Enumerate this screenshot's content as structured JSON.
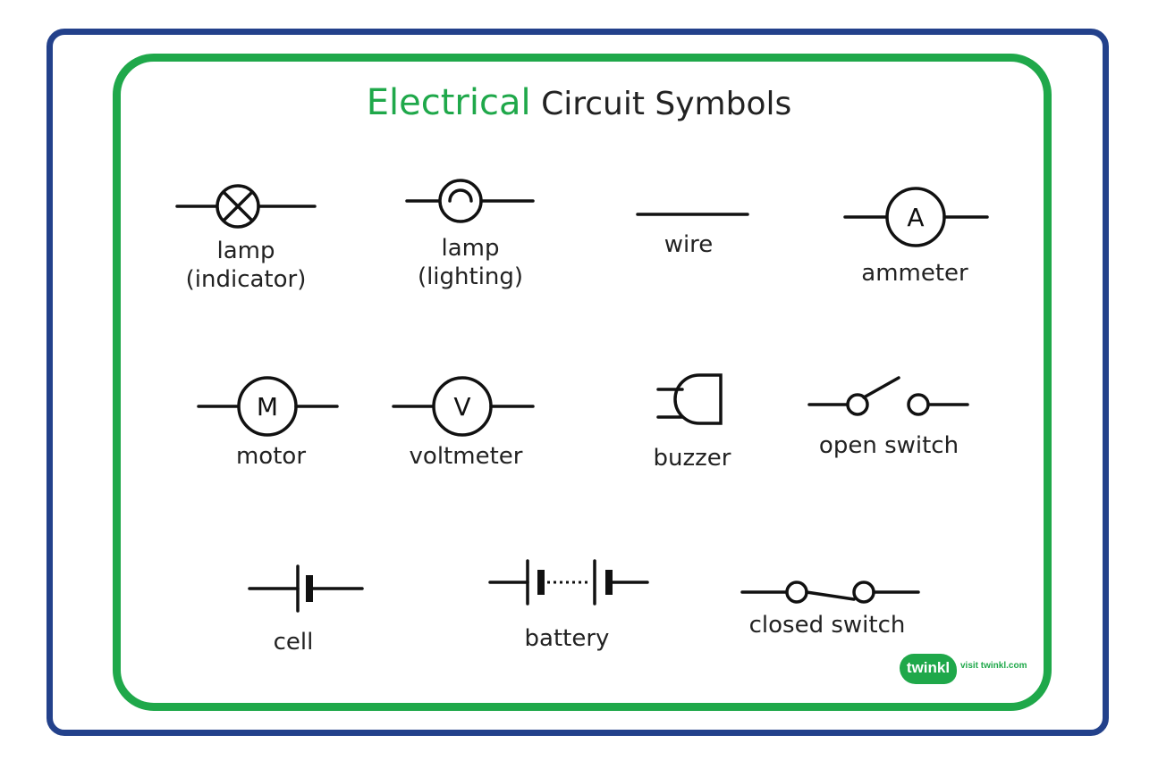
{
  "title": {
    "accent": "Electrical",
    "rest": "Circuit Symbols"
  },
  "symbols": {
    "lamp_indicator": {
      "line1": "lamp",
      "line2": "(indicator)"
    },
    "lamp_lighting": {
      "line1": "lamp",
      "line2": "(lighting)"
    },
    "wire": {
      "label": "wire"
    },
    "ammeter": {
      "label": "ammeter",
      "letter": "A"
    },
    "motor": {
      "label": "motor",
      "letter": "M"
    },
    "voltmeter": {
      "label": "voltmeter",
      "letter": "V"
    },
    "buzzer": {
      "label": "buzzer"
    },
    "open_switch": {
      "label": "open switch"
    },
    "cell": {
      "label": "cell"
    },
    "battery": {
      "label": "battery"
    },
    "closed_switch": {
      "label": "closed switch"
    }
  },
  "branding": {
    "logo": "twinkl",
    "tagline": "visit twinkl.com"
  },
  "colors": {
    "frame_outer": "#23418b",
    "frame_inner": "#1fa84a",
    "accent": "#1fa84a"
  }
}
